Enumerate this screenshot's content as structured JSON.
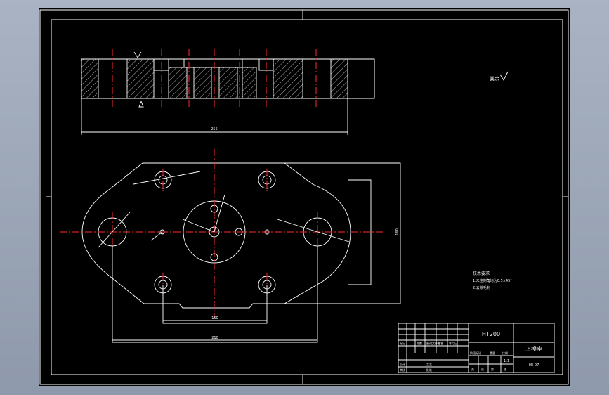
{
  "title_block": {
    "material": "HT200",
    "part_name": "上模座",
    "drawing_no": "08-07",
    "header_labels": [
      "标记",
      "处数",
      "更改文件号",
      "签名",
      "年月日"
    ],
    "row_labels": [
      "设计",
      "审核",
      "工艺",
      "批准"
    ],
    "stage_labels": [
      "阶段标记",
      "重量",
      "比例"
    ],
    "scale": "1:1",
    "sheet_labels": [
      "共",
      "张",
      "第",
      "张"
    ]
  },
  "notes": {
    "heading": "技术要求",
    "items": [
      "1.未注倒角均为0.5×45°",
      "2.去除毛刺"
    ],
    "roughness_label": "其余"
  },
  "dimensions": {
    "top_view_width": "255",
    "inner_width": "150",
    "outer_width": "210",
    "height": "160"
  }
}
